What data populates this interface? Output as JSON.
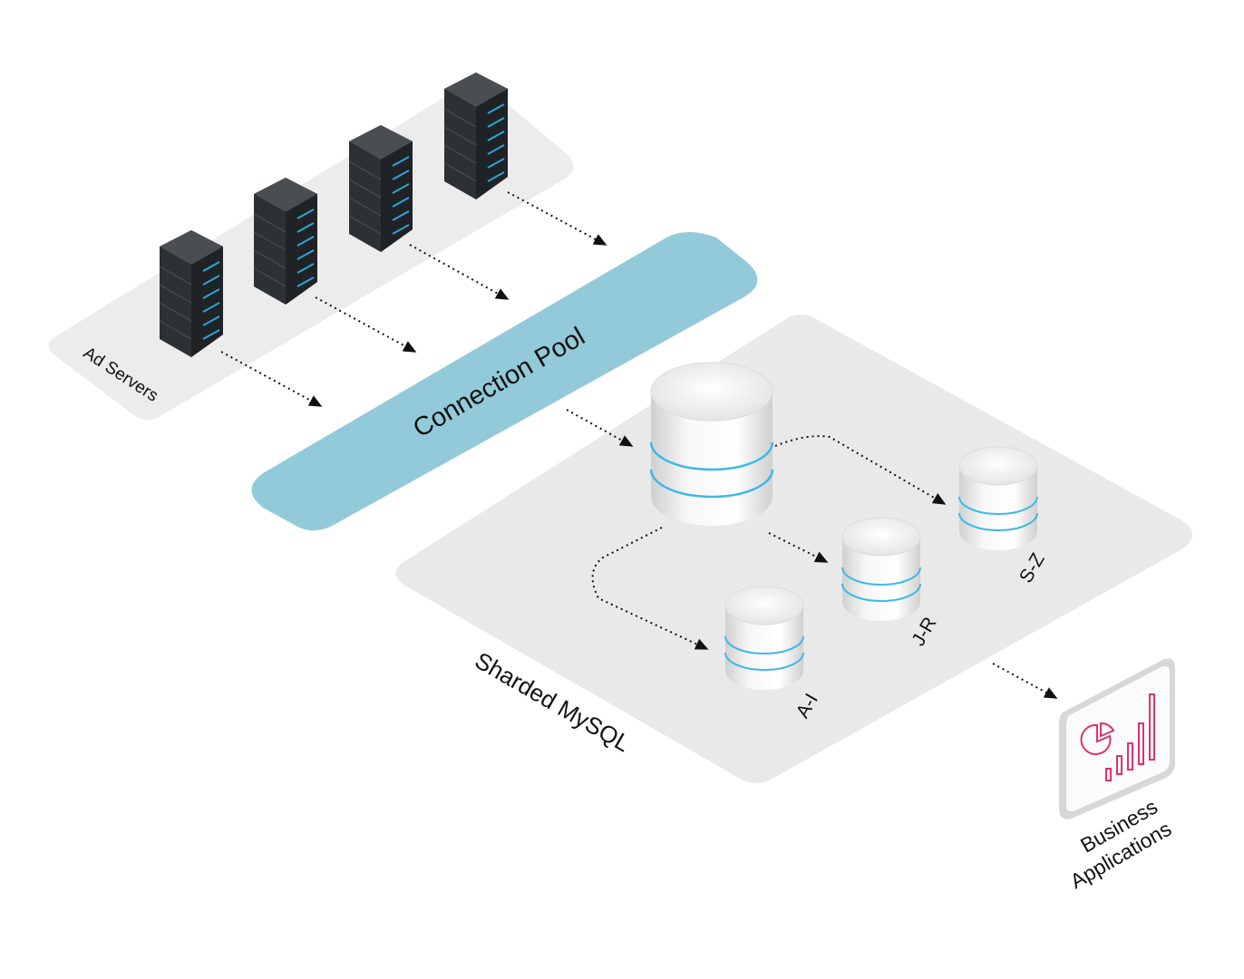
{
  "labels": {
    "ad_servers": "Ad Servers",
    "connection_pool": "Connection Pool",
    "sharded_mysql": "Sharded MySQL",
    "shard_a_i": "A-I",
    "shard_j_r": "J-R",
    "shard_s_z": "S-Z",
    "business_line1": "Business",
    "business_line2": "Applications"
  },
  "colors": {
    "platform": "#e9e9e9",
    "connection_pool": "#93cad9",
    "server_body": "#35393d",
    "server_led": "#2aa6d8",
    "db_ring": "#3db8e8",
    "app_chart": "#e0306e"
  },
  "icons": [
    "server-rack-icon",
    "database-cylinder-icon",
    "business-chart-icon"
  ]
}
